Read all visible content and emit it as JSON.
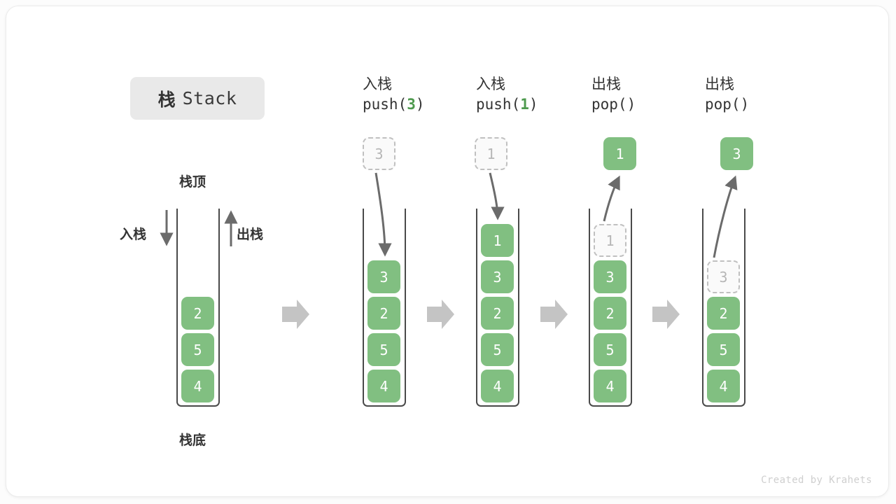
{
  "title": {
    "cn": "栈",
    "en": "Stack"
  },
  "credit": "Created by Krahets",
  "colors": {
    "cell_green": "#81bf81",
    "ghost_border": "#c0c0c0",
    "ghost_text": "#b6b6b6",
    "container_border": "#4a4a4a",
    "arrow_gray": "#6b6b6b",
    "flow_arrow_gray": "#c4c4c4",
    "title_chip_bg": "#e9e9e9",
    "text_dark": "#333333",
    "accent_green_text": "#4e9a4e"
  },
  "labels": {
    "top": "栈顶",
    "bottom": "栈底",
    "push_side": "入栈",
    "pop_side": "出栈"
  },
  "columns": [
    {
      "id": "initial",
      "head_cn": "",
      "head_code_prefix": "",
      "head_code_arg": "",
      "head_code_suffix": "",
      "cells": [
        {
          "value": "2",
          "state": "solid"
        },
        {
          "value": "5",
          "state": "solid"
        },
        {
          "value": "4",
          "state": "solid"
        }
      ],
      "floating": null
    },
    {
      "id": "push-3",
      "head_cn": "入栈",
      "head_code_prefix": "push(",
      "head_code_arg": "3",
      "head_code_suffix": ")",
      "cells": [
        {
          "value": "3",
          "state": "solid"
        },
        {
          "value": "2",
          "state": "solid"
        },
        {
          "value": "5",
          "state": "solid"
        },
        {
          "value": "4",
          "state": "solid"
        }
      ],
      "floating": {
        "value": "3",
        "state": "ghost"
      }
    },
    {
      "id": "push-1",
      "head_cn": "入栈",
      "head_code_prefix": "push(",
      "head_code_arg": "1",
      "head_code_suffix": ")",
      "cells": [
        {
          "value": "1",
          "state": "solid"
        },
        {
          "value": "3",
          "state": "solid"
        },
        {
          "value": "2",
          "state": "solid"
        },
        {
          "value": "5",
          "state": "solid"
        },
        {
          "value": "4",
          "state": "solid"
        }
      ],
      "floating": {
        "value": "1",
        "state": "ghost"
      }
    },
    {
      "id": "pop-1",
      "head_cn": "出栈",
      "head_code_prefix": "pop(",
      "head_code_arg": "",
      "head_code_suffix": ")",
      "cells": [
        {
          "value": "1",
          "state": "ghost"
        },
        {
          "value": "3",
          "state": "solid"
        },
        {
          "value": "2",
          "state": "solid"
        },
        {
          "value": "5",
          "state": "solid"
        },
        {
          "value": "4",
          "state": "solid"
        }
      ],
      "floating": {
        "value": "1",
        "state": "solid"
      }
    },
    {
      "id": "pop-3",
      "head_cn": "出栈",
      "head_code_prefix": "pop(",
      "head_code_arg": "",
      "head_code_suffix": ")",
      "cells": [
        {
          "value": "3",
          "state": "ghost"
        },
        {
          "value": "2",
          "state": "solid"
        },
        {
          "value": "5",
          "state": "solid"
        },
        {
          "value": "4",
          "state": "solid"
        }
      ],
      "floating": {
        "value": "3",
        "state": "solid"
      }
    }
  ]
}
